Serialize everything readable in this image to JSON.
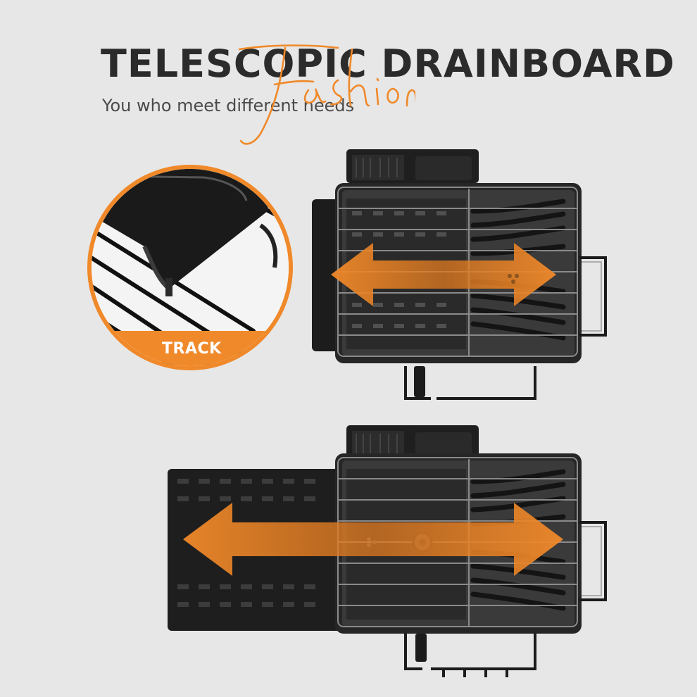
{
  "header": {
    "title": "TELESCOPIC DRAINBOARD",
    "subtitle": "You who meet different needs",
    "script_word": "Fashion"
  },
  "callout": {
    "label": "TRACK"
  },
  "colors": {
    "background": "#e7e7e7",
    "accent": "#f0892a",
    "product": "#1f1f1f",
    "title": "#2b2b2b"
  },
  "illustrations": {
    "top_rack": "drainboard-retracted",
    "bottom_rack": "drainboard-extended",
    "arrows": "double-arrow-icon"
  }
}
